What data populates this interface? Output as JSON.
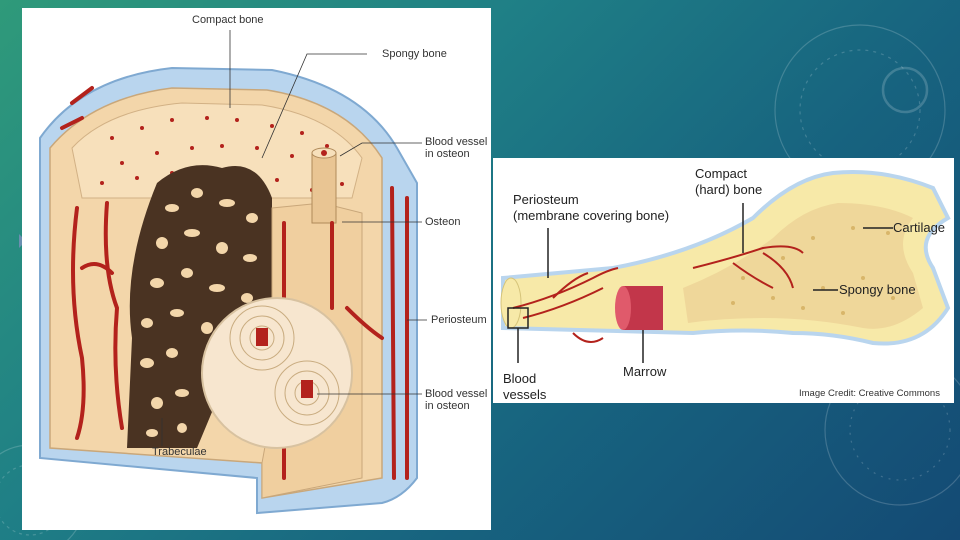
{
  "left_diagram": {
    "labels": {
      "compact_bone": "Compact bone",
      "spongy_bone": "Spongy bone",
      "blood_vessel_osteon_1": "Blood vessel\nin osteon",
      "osteon": "Osteon",
      "periosteum": "Periosteum",
      "blood_vessel_osteon_2": "Blood vessel\nin osteon",
      "trabeculae": "Trabeculae"
    }
  },
  "right_diagram": {
    "labels": {
      "periosteum": "Periosteum\n(membrane covering bone)",
      "compact_hard_bone": "Compact\n(hard) bone",
      "cartilage": "Cartilage",
      "spongy_bone": "Spongy bone",
      "marrow": "Marrow",
      "blood_vessels": "Blood\nvessels"
    },
    "credit": "Image Credit: Creative Commons"
  },
  "colors": {
    "bone": "#f2d3a4",
    "vessel": "#b3221c",
    "periosteum": "#9fc4e6",
    "spongy": "#4a3322"
  }
}
